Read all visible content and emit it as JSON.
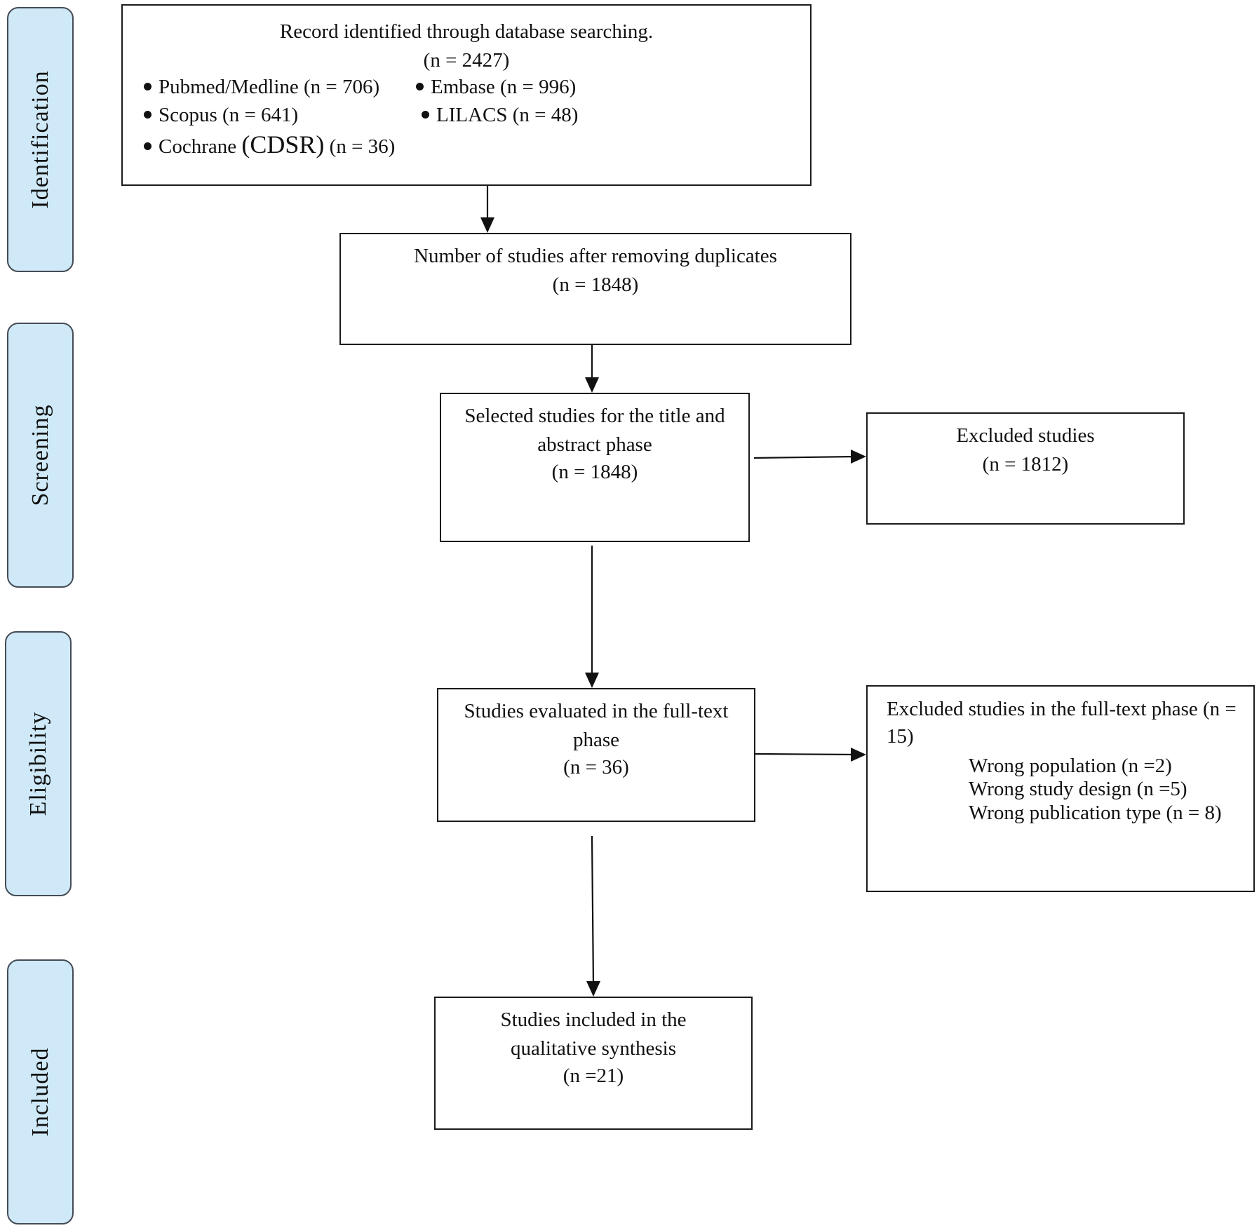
{
  "phases": {
    "identification": "Identification",
    "screening": "Screening",
    "eligibility": "Eligibility",
    "included": "Included"
  },
  "identified": {
    "title": "Record identified through database searching.",
    "count": "(n = 2427)",
    "sources": {
      "pubmed": "Pubmed/Medline (n = 706)",
      "embase": "Embase (n = 996)",
      "scopus": "Scopus (n = 641)",
      "lilacs": "LILACS (n = 48)",
      "cochrane_prefix": "Cochrane ",
      "cochrane_abbr": "(CDSR)",
      "cochrane_count": " (n = 36)"
    }
  },
  "deduplicated": {
    "title": "Number of studies after removing duplicates",
    "count": "(n = 1848)"
  },
  "screened": {
    "line1": "Selected studies for the title and",
    "line2": "abstract phase",
    "count": "(n = 1848)"
  },
  "excluded_screening": {
    "title": "Excluded studies",
    "count": "(n = 1812)"
  },
  "fulltext": {
    "line1": "Studies evaluated in the full-text",
    "line2": "phase",
    "count": "(n = 36)"
  },
  "excluded_fulltext": {
    "title": "Excluded studies in the full-text phase (n = 15)",
    "reasons": [
      "Wrong population (n =2)",
      "Wrong study design (n =5)",
      "Wrong publication type (n = 8)"
    ]
  },
  "included_box": {
    "line1": "Studies included in the",
    "line2": "qualitative synthesis",
    "count": "(n =21)"
  }
}
